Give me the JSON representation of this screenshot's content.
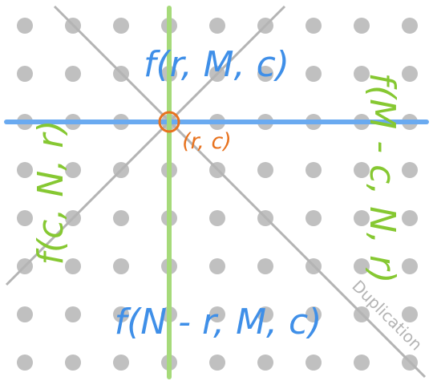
{
  "labels": {
    "top": "f(r, M, c)",
    "bottom": "f(N - r, M, c)",
    "left": "f(c, N, r)",
    "right": "f(M - c, N, r)",
    "point": "(r, c)",
    "watermark": "Duplication"
  },
  "grid": {
    "cols": 9,
    "rows": 8
  },
  "focus_point": {
    "col": 3,
    "row": 2
  },
  "colors": {
    "dot": "#c0c0c0",
    "horizontal_axis": "#6aaaf0",
    "vertical_axis": "#a6da7a",
    "diagonal": "#b4b4b4",
    "blue_text": "#3f8fe8",
    "green_text": "#86c832",
    "orange": "#e8731f",
    "watermark": "#b4b4b4"
  }
}
